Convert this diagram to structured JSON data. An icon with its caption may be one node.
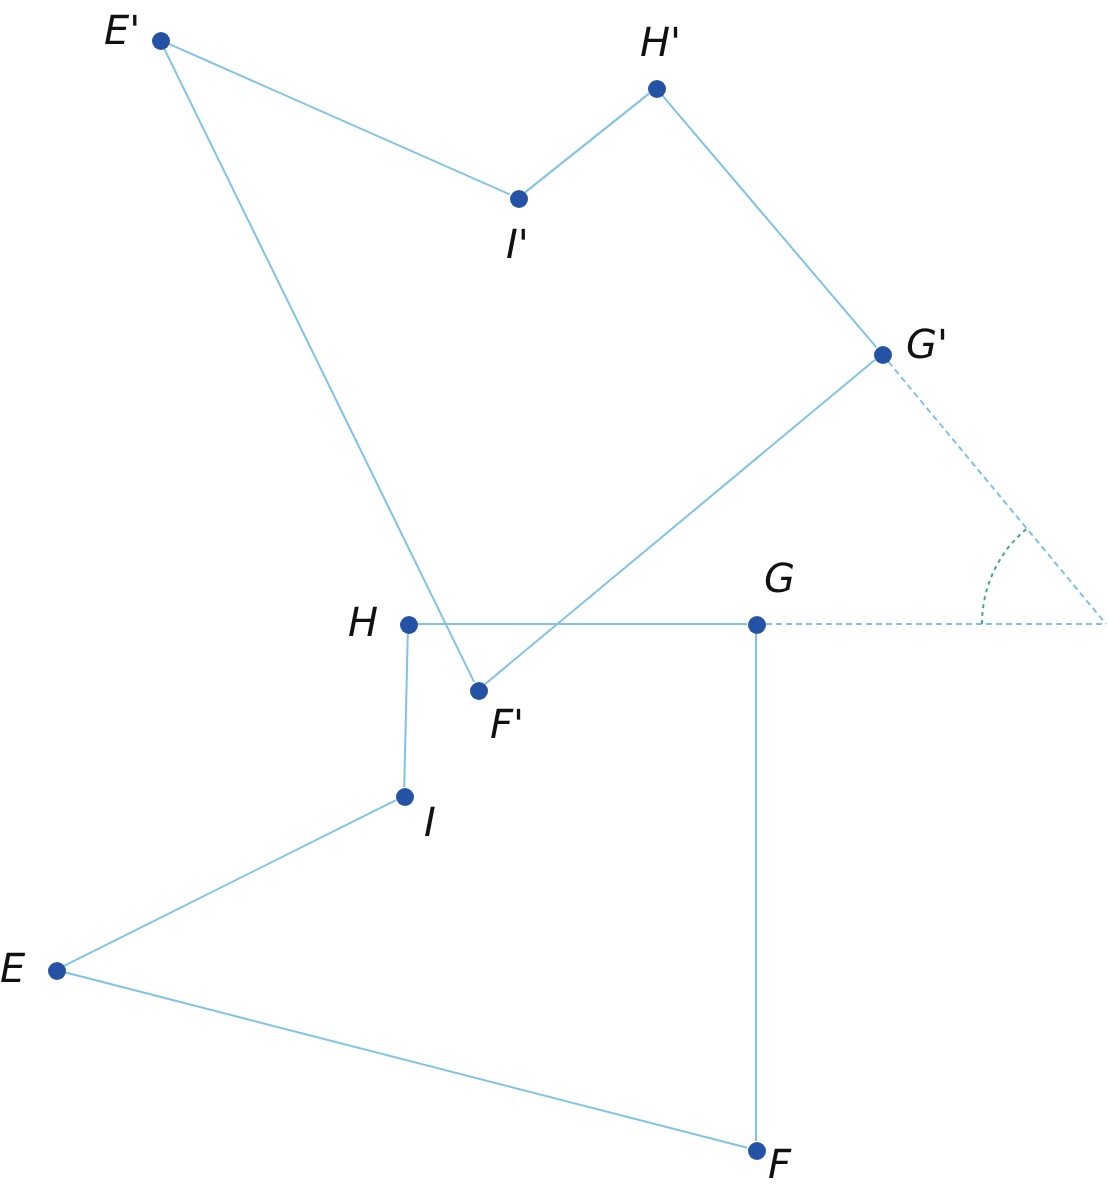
{
  "diagram": {
    "nodes": [
      {
        "text": [
          "E'"
        ]
      },
      {
        "text": [
          "H'"
        ]
      },
      {
        "text": [
          "I'"
        ]
      },
      {
        "text": [
          "G'"
        ]
      },
      {
        "text": [
          "H"
        ]
      },
      {
        "text": [
          "G"
        ]
      },
      {
        "text": [
          "F'"
        ]
      },
      {
        "text": [
          "I"
        ]
      },
      {
        "text": [
          "E"
        ]
      },
      {
        "text": [
          "F"
        ]
      }
    ],
    "edges": [
      {
        "from": 0,
        "to": 2,
        "arrow": "none"
      },
      {
        "from": 2,
        "to": 1,
        "arrow": "none"
      },
      {
        "from": 1,
        "to": 3,
        "arrow": "none"
      },
      {
        "from": 3,
        "to": 6,
        "arrow": "none"
      },
      {
        "from": 6,
        "to": 0,
        "arrow": "none"
      },
      {
        "from": 4,
        "to": 5,
        "arrow": "none"
      },
      {
        "from": 5,
        "to": 9,
        "arrow": "none"
      },
      {
        "from": 9,
        "to": 8,
        "arrow": "none"
      },
      {
        "from": 8,
        "to": 7,
        "arrow": "none"
      },
      {
        "from": 7,
        "to": 4,
        "arrow": "none"
      }
    ]
  }
}
